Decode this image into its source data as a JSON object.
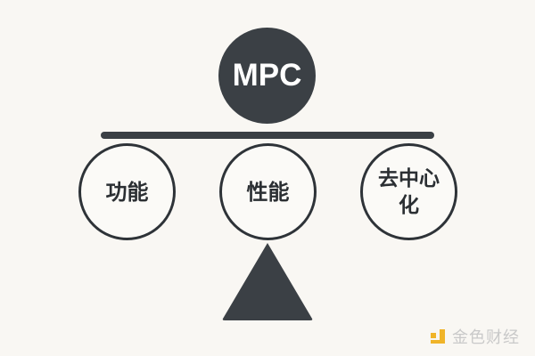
{
  "diagram": {
    "top_node": {
      "label": "MPC"
    },
    "beam": {},
    "nodes": [
      {
        "label": "功能"
      },
      {
        "label": "性能"
      },
      {
        "label": "去中心化"
      }
    ],
    "fulcrum": {}
  },
  "watermark": {
    "text": "金色财经"
  },
  "colors": {
    "background": "#f9f7f3",
    "dark": "#3b4045",
    "stroke": "#2e3338",
    "watermark_logo": "#f0b429",
    "watermark_text": "#c9c9c9"
  }
}
